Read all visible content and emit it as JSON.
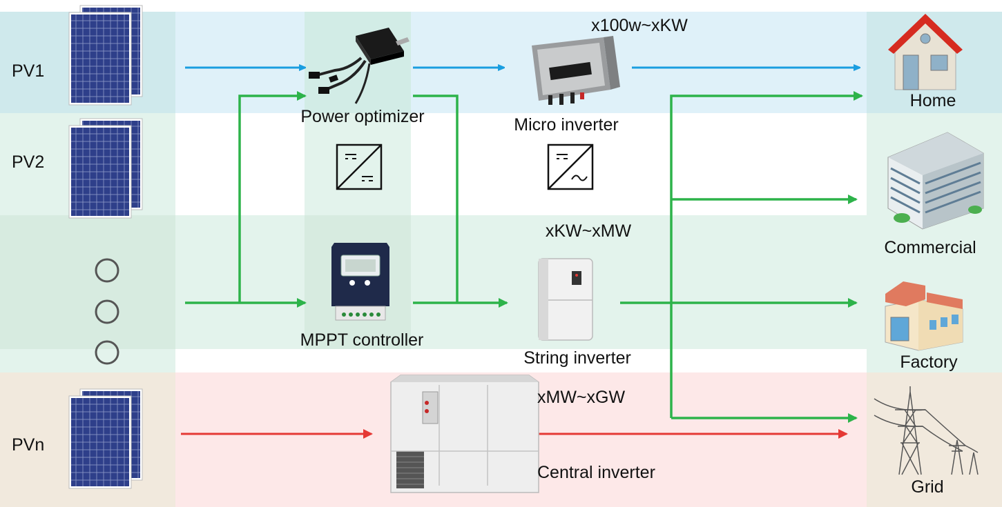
{
  "rows": {
    "pv1": "PV1",
    "pv2": "PV2",
    "pvn": "PVn"
  },
  "devices": {
    "power_optimizer": "Power optimizer",
    "micro_inverter": "Micro inverter",
    "mppt_controller": "MPPT controller",
    "string_inverter": "String inverter",
    "central_inverter": "Central inverter"
  },
  "ranges": {
    "micro": "x100w~xKW",
    "string": "xKW~xMW",
    "central": "xMW~xGW"
  },
  "destinations": {
    "home": "Home",
    "commercial": "Commercial",
    "factory": "Factory",
    "grid": "Grid"
  },
  "colors": {
    "blue_arrow": "#1a9ee0",
    "green_arrow": "#2db34a",
    "red_arrow": "#e53935",
    "band_blue": "#dff1f9",
    "band_green": "#e3f3ec",
    "band_red": "#fde8e8",
    "band_tan": "#f1e9dd"
  },
  "icons": {
    "solar_panel": "solar-panel-icon",
    "optimizer": "power-optimizer-icon",
    "micro": "micro-inverter-icon",
    "mppt": "mppt-controller-icon",
    "string": "string-inverter-icon",
    "central": "central-inverter-icon",
    "dcdc": "dc-dc-converter-symbol",
    "dcac": "dc-ac-converter-symbol",
    "home": "house-icon",
    "commercial": "office-building-icon",
    "factory": "factory-icon",
    "grid": "transmission-tower-icon"
  }
}
